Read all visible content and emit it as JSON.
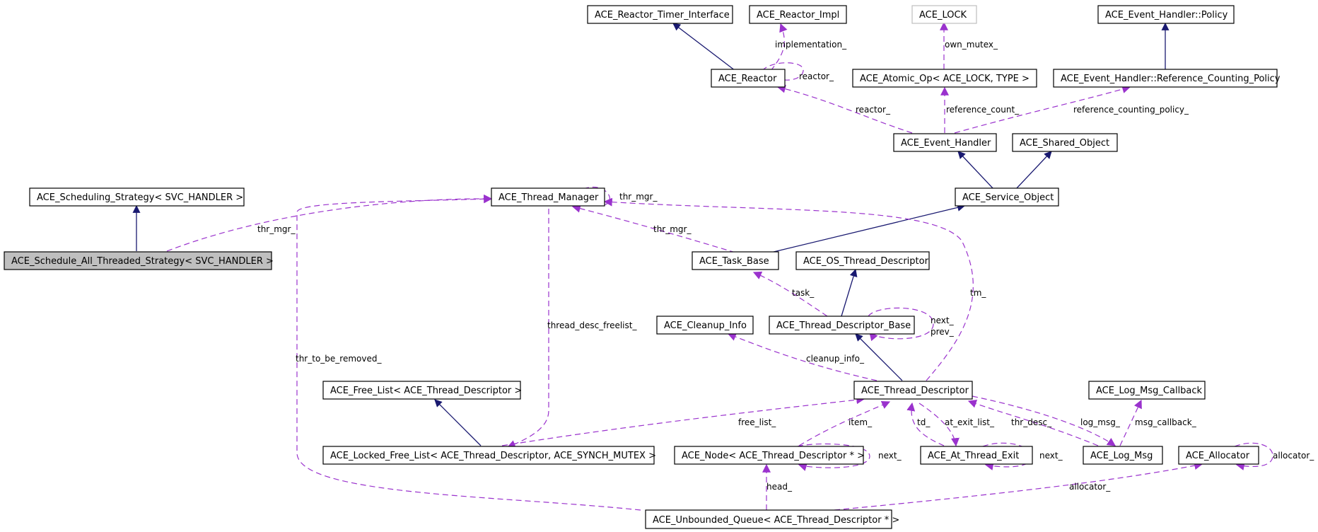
{
  "diagram": {
    "nodes": [
      {
        "id": "rti",
        "label": "ACE_Reactor_Timer_Interface"
      },
      {
        "id": "rimpl",
        "label": "ACE_Reactor_Impl"
      },
      {
        "id": "lock",
        "label": "ACE_LOCK"
      },
      {
        "id": "ehpol",
        "label": "ACE_Event_Handler::Policy"
      },
      {
        "id": "reactor",
        "label": "ACE_Reactor"
      },
      {
        "id": "atomic",
        "label": "ACE_Atomic_Op< ACE_LOCK, TYPE >"
      },
      {
        "id": "rcp",
        "label": "ACE_Event_Handler::Reference_Counting_Policy"
      },
      {
        "id": "eh",
        "label": "ACE_Event_Handler"
      },
      {
        "id": "so",
        "label": "ACE_Shared_Object"
      },
      {
        "id": "ss",
        "label": "ACE_Scheduling_Strategy< SVC_HANDLER >"
      },
      {
        "id": "tm",
        "label": "ACE_Thread_Manager"
      },
      {
        "id": "svc",
        "label": "ACE_Service_Object"
      },
      {
        "id": "satts",
        "label": "ACE_Schedule_All_Threaded_Strategy< SVC_HANDLER >"
      },
      {
        "id": "tb",
        "label": "ACE_Task_Base"
      },
      {
        "id": "ostd",
        "label": "ACE_OS_Thread_Descriptor"
      },
      {
        "id": "ci",
        "label": "ACE_Cleanup_Info"
      },
      {
        "id": "tdb",
        "label": "ACE_Thread_Descriptor_Base"
      },
      {
        "id": "fl",
        "label": "ACE_Free_List< ACE_Thread_Descriptor >"
      },
      {
        "id": "td",
        "label": "ACE_Thread_Descriptor"
      },
      {
        "id": "lmc",
        "label": "ACE_Log_Msg_Callback"
      },
      {
        "id": "lfl",
        "label": "ACE_Locked_Free_List< ACE_Thread_Descriptor, ACE_SYNCH_MUTEX >"
      },
      {
        "id": "node",
        "label": "ACE_Node< ACE_Thread_Descriptor * >"
      },
      {
        "id": "ate",
        "label": "ACE_At_Thread_Exit"
      },
      {
        "id": "lm",
        "label": "ACE_Log_Msg"
      },
      {
        "id": "alloc",
        "label": "ACE_Allocator"
      },
      {
        "id": "uq",
        "label": "ACE_Unbounded_Queue< ACE_Thread_Descriptor * >"
      }
    ],
    "edge_labels": {
      "implementation": "implementation_",
      "reactor_self": "reactor_",
      "own_mutex": "own_mutex_",
      "reactor": "reactor_",
      "reference_count": "reference_count_",
      "reference_counting_policy": "reference_counting_policy_",
      "thr_mgr_self": "thr_mgr_",
      "thr_mgr_satts": "thr_mgr_",
      "thr_mgr_tb": "thr_mgr_",
      "task": "task_",
      "next": "next_",
      "prev": "prev_",
      "tm": "tm_",
      "thread_desc_freelist": "thread_desc_freelist_",
      "thr_to_be_removed": "thr_to_be_removed_",
      "cleanup_info": "cleanup_info_",
      "free_list": "free_list_",
      "item": "item_",
      "td": "td_",
      "at_exit_list": "at_exit_list_",
      "thr_desc": "thr_desc_",
      "log_msg": "log_msg_",
      "msg_callback": "msg_callback_",
      "next_node": "next_",
      "next_ate": "next_",
      "allocator_self": "allocator_",
      "head": "head_",
      "allocator": "allocator_"
    }
  }
}
